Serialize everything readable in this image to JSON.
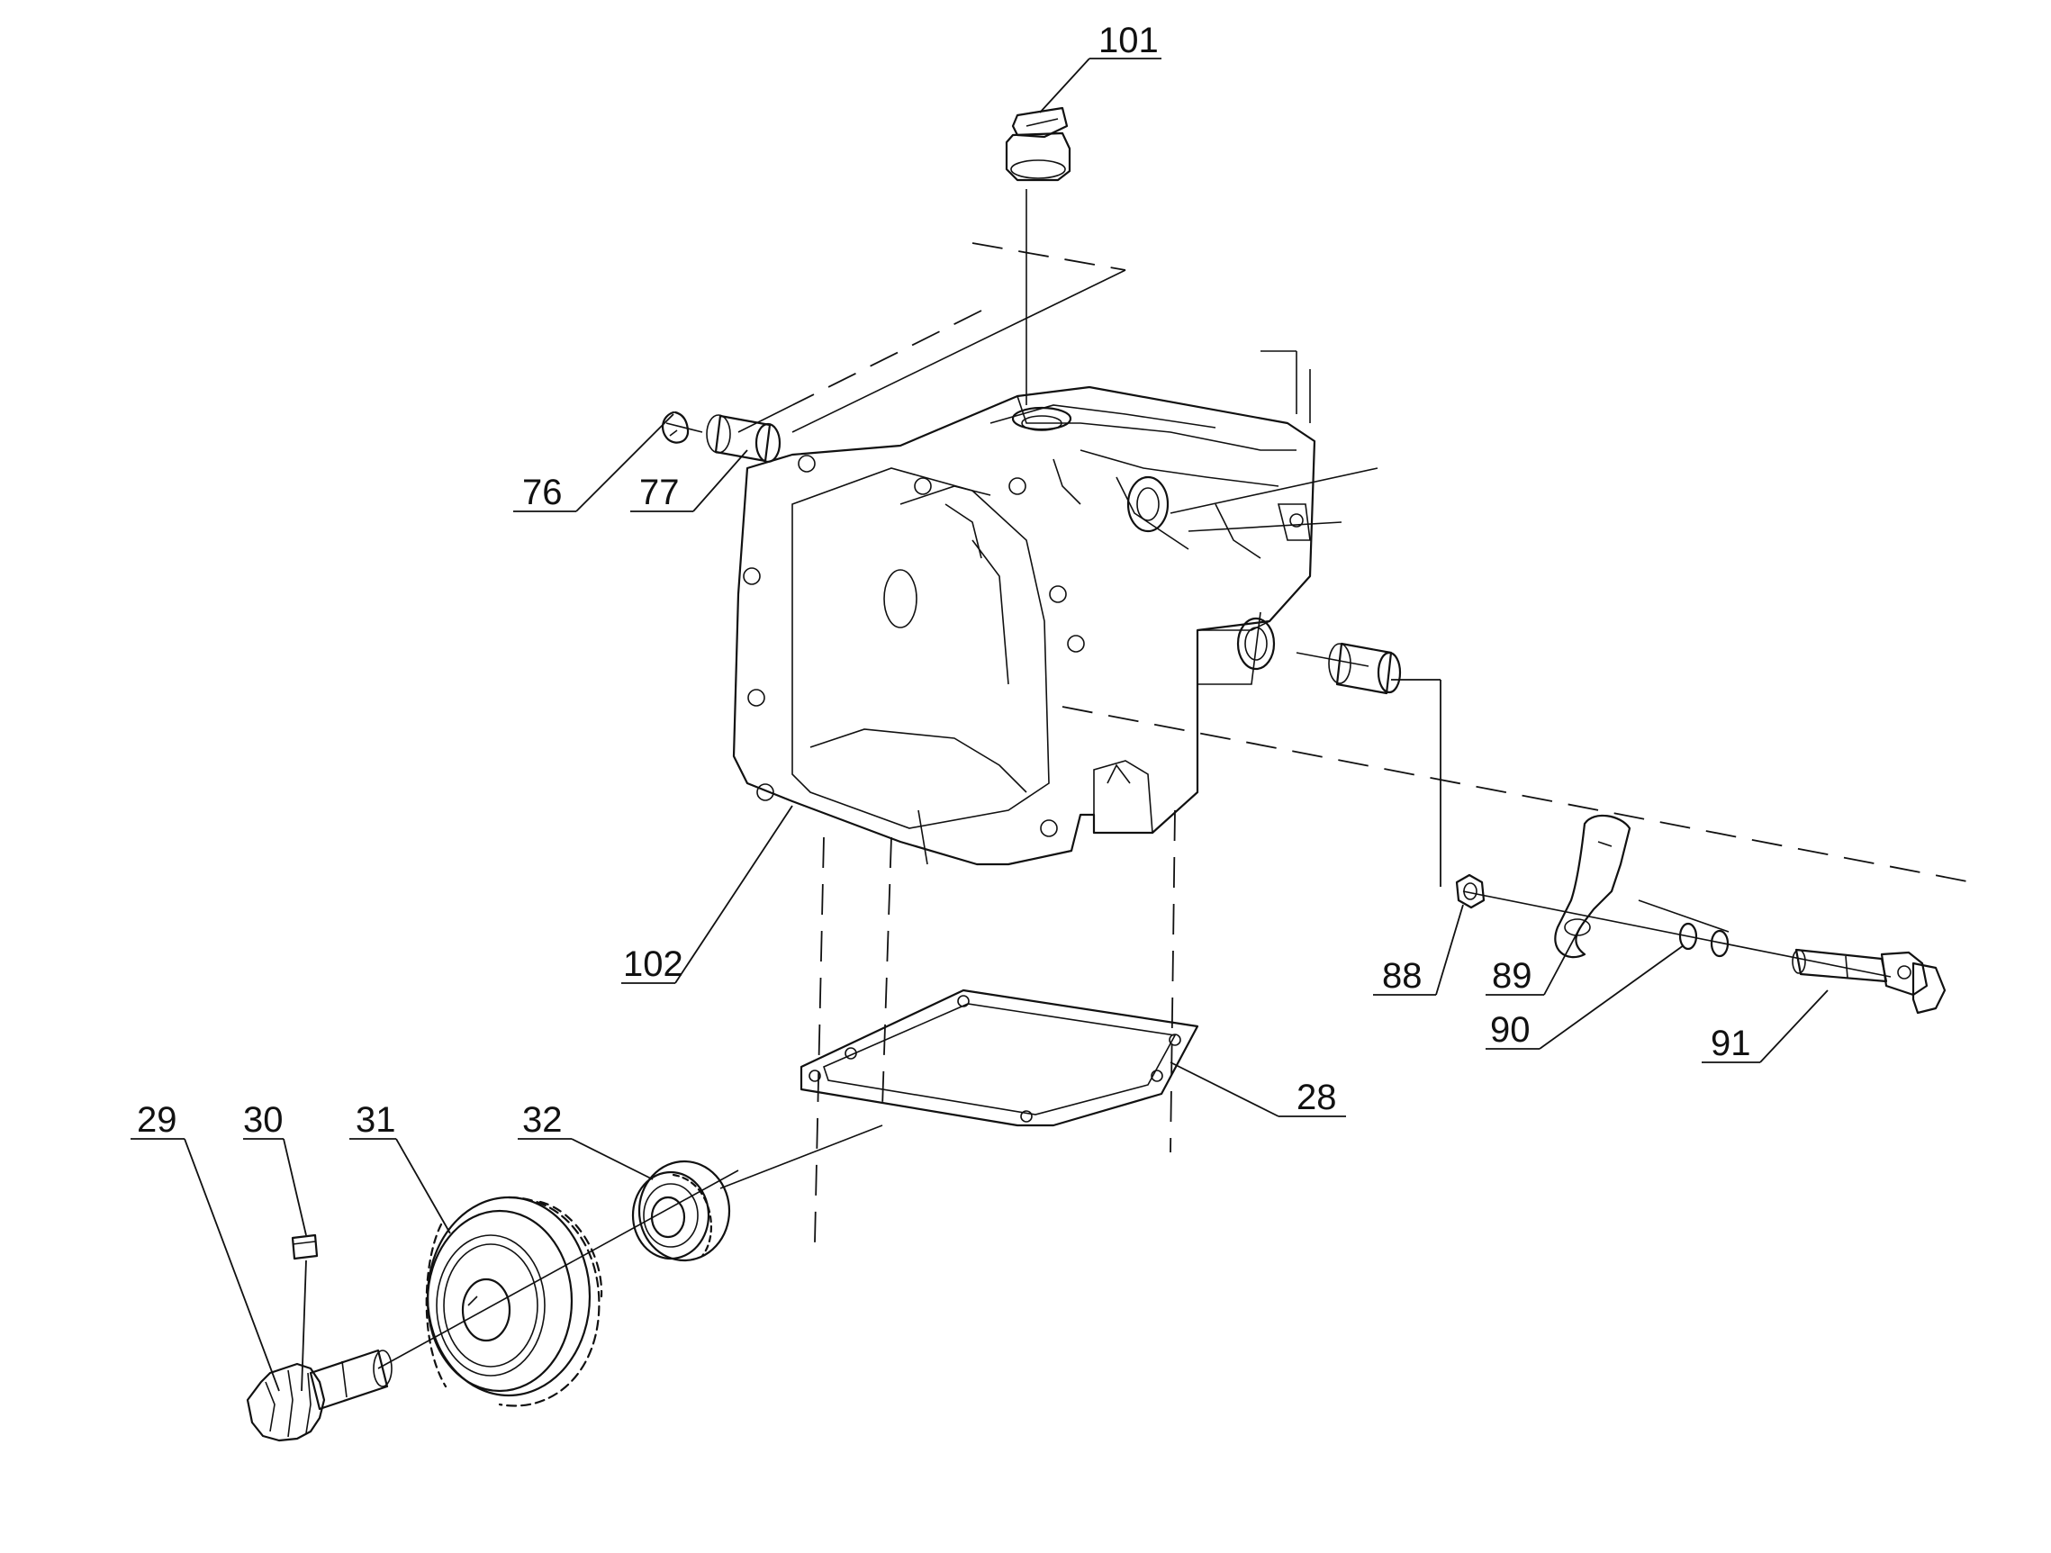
{
  "callouts": [
    {
      "id": "101",
      "label": "101"
    },
    {
      "id": "76",
      "label": "76"
    },
    {
      "id": "77",
      "label": "77"
    },
    {
      "id": "102",
      "label": "102"
    },
    {
      "id": "88",
      "label": "88"
    },
    {
      "id": "89",
      "label": "89"
    },
    {
      "id": "90",
      "label": "90"
    },
    {
      "id": "91",
      "label": "91"
    },
    {
      "id": "28",
      "label": "28"
    },
    {
      "id": "29",
      "label": "29"
    },
    {
      "id": "30",
      "label": "30"
    },
    {
      "id": "31",
      "label": "31"
    },
    {
      "id": "32",
      "label": "32"
    }
  ]
}
